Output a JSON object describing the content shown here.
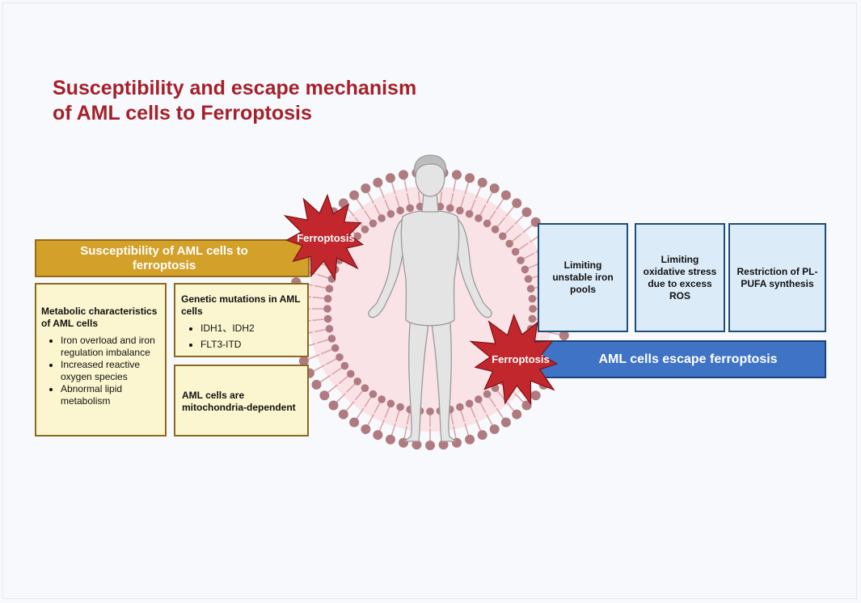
{
  "title": {
    "line1": "Susceptibility and escape mechanism",
    "line2": "of AML cells to Ferroptosis"
  },
  "left": {
    "header": "Susceptibility of AML cells to ferroptosis",
    "metabolic": {
      "heading": "Metabolic characteristics of AML cells",
      "items": [
        "Iron overload and iron regulation imbalance",
        "Increased reactive oxygen species",
        "Abnormal lipid metabolism"
      ]
    },
    "genetic": {
      "heading": "Genetic mutations in AML cells",
      "items": [
        "IDH1、IDH2",
        "FLT3-ITD"
      ]
    },
    "mito": "AML cells are mitochondria-dependent"
  },
  "right": {
    "cards": [
      "Limiting unstable iron pools",
      "Limiting oxidative stress due to excess ROS",
      "Restriction of PL-PUFA synthesis"
    ],
    "banner": "AML cells escape  ferroptosis"
  },
  "bursts": [
    "Ferroptosis",
    "Ferroptosis"
  ],
  "colors": {
    "title": "#a5202a",
    "gold": "#d3a02a",
    "cream": "#fbf6cf",
    "blue_card": "#dcebf8",
    "blue_banner": "#3f73c6",
    "burst": "#c1272d",
    "membrane_head": "#b07b80"
  }
}
